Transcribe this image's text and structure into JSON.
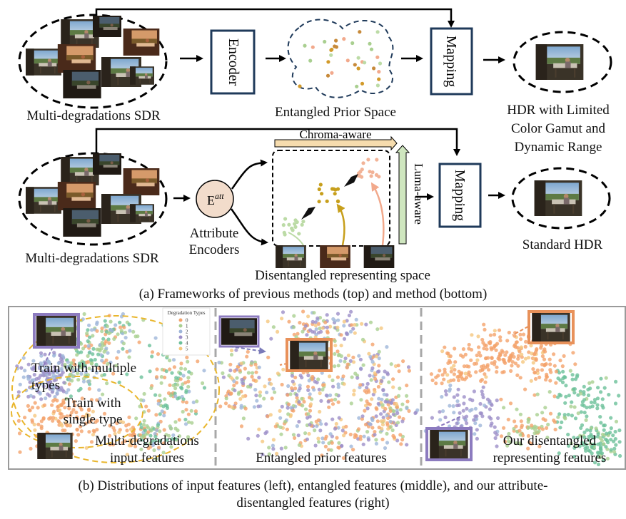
{
  "panel_a": {
    "top": {
      "input_label": "Multi-degradations SDR",
      "encoder_label": "Encoder",
      "prior_space_label": "Entangled Prior Space",
      "mapping_label": "Mapping",
      "output_label_lines": [
        "HDR with Limited",
        "Color Gamut and",
        "Dynamic Range"
      ]
    },
    "bottom": {
      "input_label": "Multi-degradations SDR",
      "encoder_symbol": "E",
      "encoder_symbol_sup": "att",
      "encoder_label_lines": [
        "Attribute",
        "Encoders"
      ],
      "chroma_label": "Chroma-aware",
      "luma_label": "Luma-aware",
      "space_label": "Disentangled representing space",
      "mapping_label": "Mapping",
      "output_label": "Standard HDR"
    },
    "caption": "(a) Frameworks of previous methods (top) and method (bottom)"
  },
  "panel_b": {
    "legend": {
      "title": "Degradation Types",
      "entries": [
        "0",
        "1",
        "2",
        "3",
        "4",
        "5"
      ],
      "colors": [
        "#f4a36c",
        "#a9cf90",
        "#9fb6d9",
        "#9c8fc8",
        "#6cc09a",
        "#f5c77e"
      ]
    },
    "left": {
      "label_multi_lines": [
        "Train with multiple",
        "types"
      ],
      "label_single_lines": [
        "Train with",
        "single type"
      ],
      "label_bottom_lines": [
        "Multi-degradations",
        "input features"
      ]
    },
    "middle": {
      "label": "Entangled prior features"
    },
    "right": {
      "label_lines": [
        "Our disentangled",
        "representing features"
      ]
    },
    "caption_lines": [
      "(b) Distributions of input features (left), entangled features (middle), and our attribute-",
      "disentangled features (right)"
    ]
  },
  "colors": {
    "box_border": "#1f3a5a",
    "orange_frame": "#e8915a",
    "purple_frame": "#8c7bbf",
    "chroma_arrow": "#f6dcae",
    "luma_arrow": "#cfe6bf",
    "yellow_dashed": "#e9b62d"
  }
}
